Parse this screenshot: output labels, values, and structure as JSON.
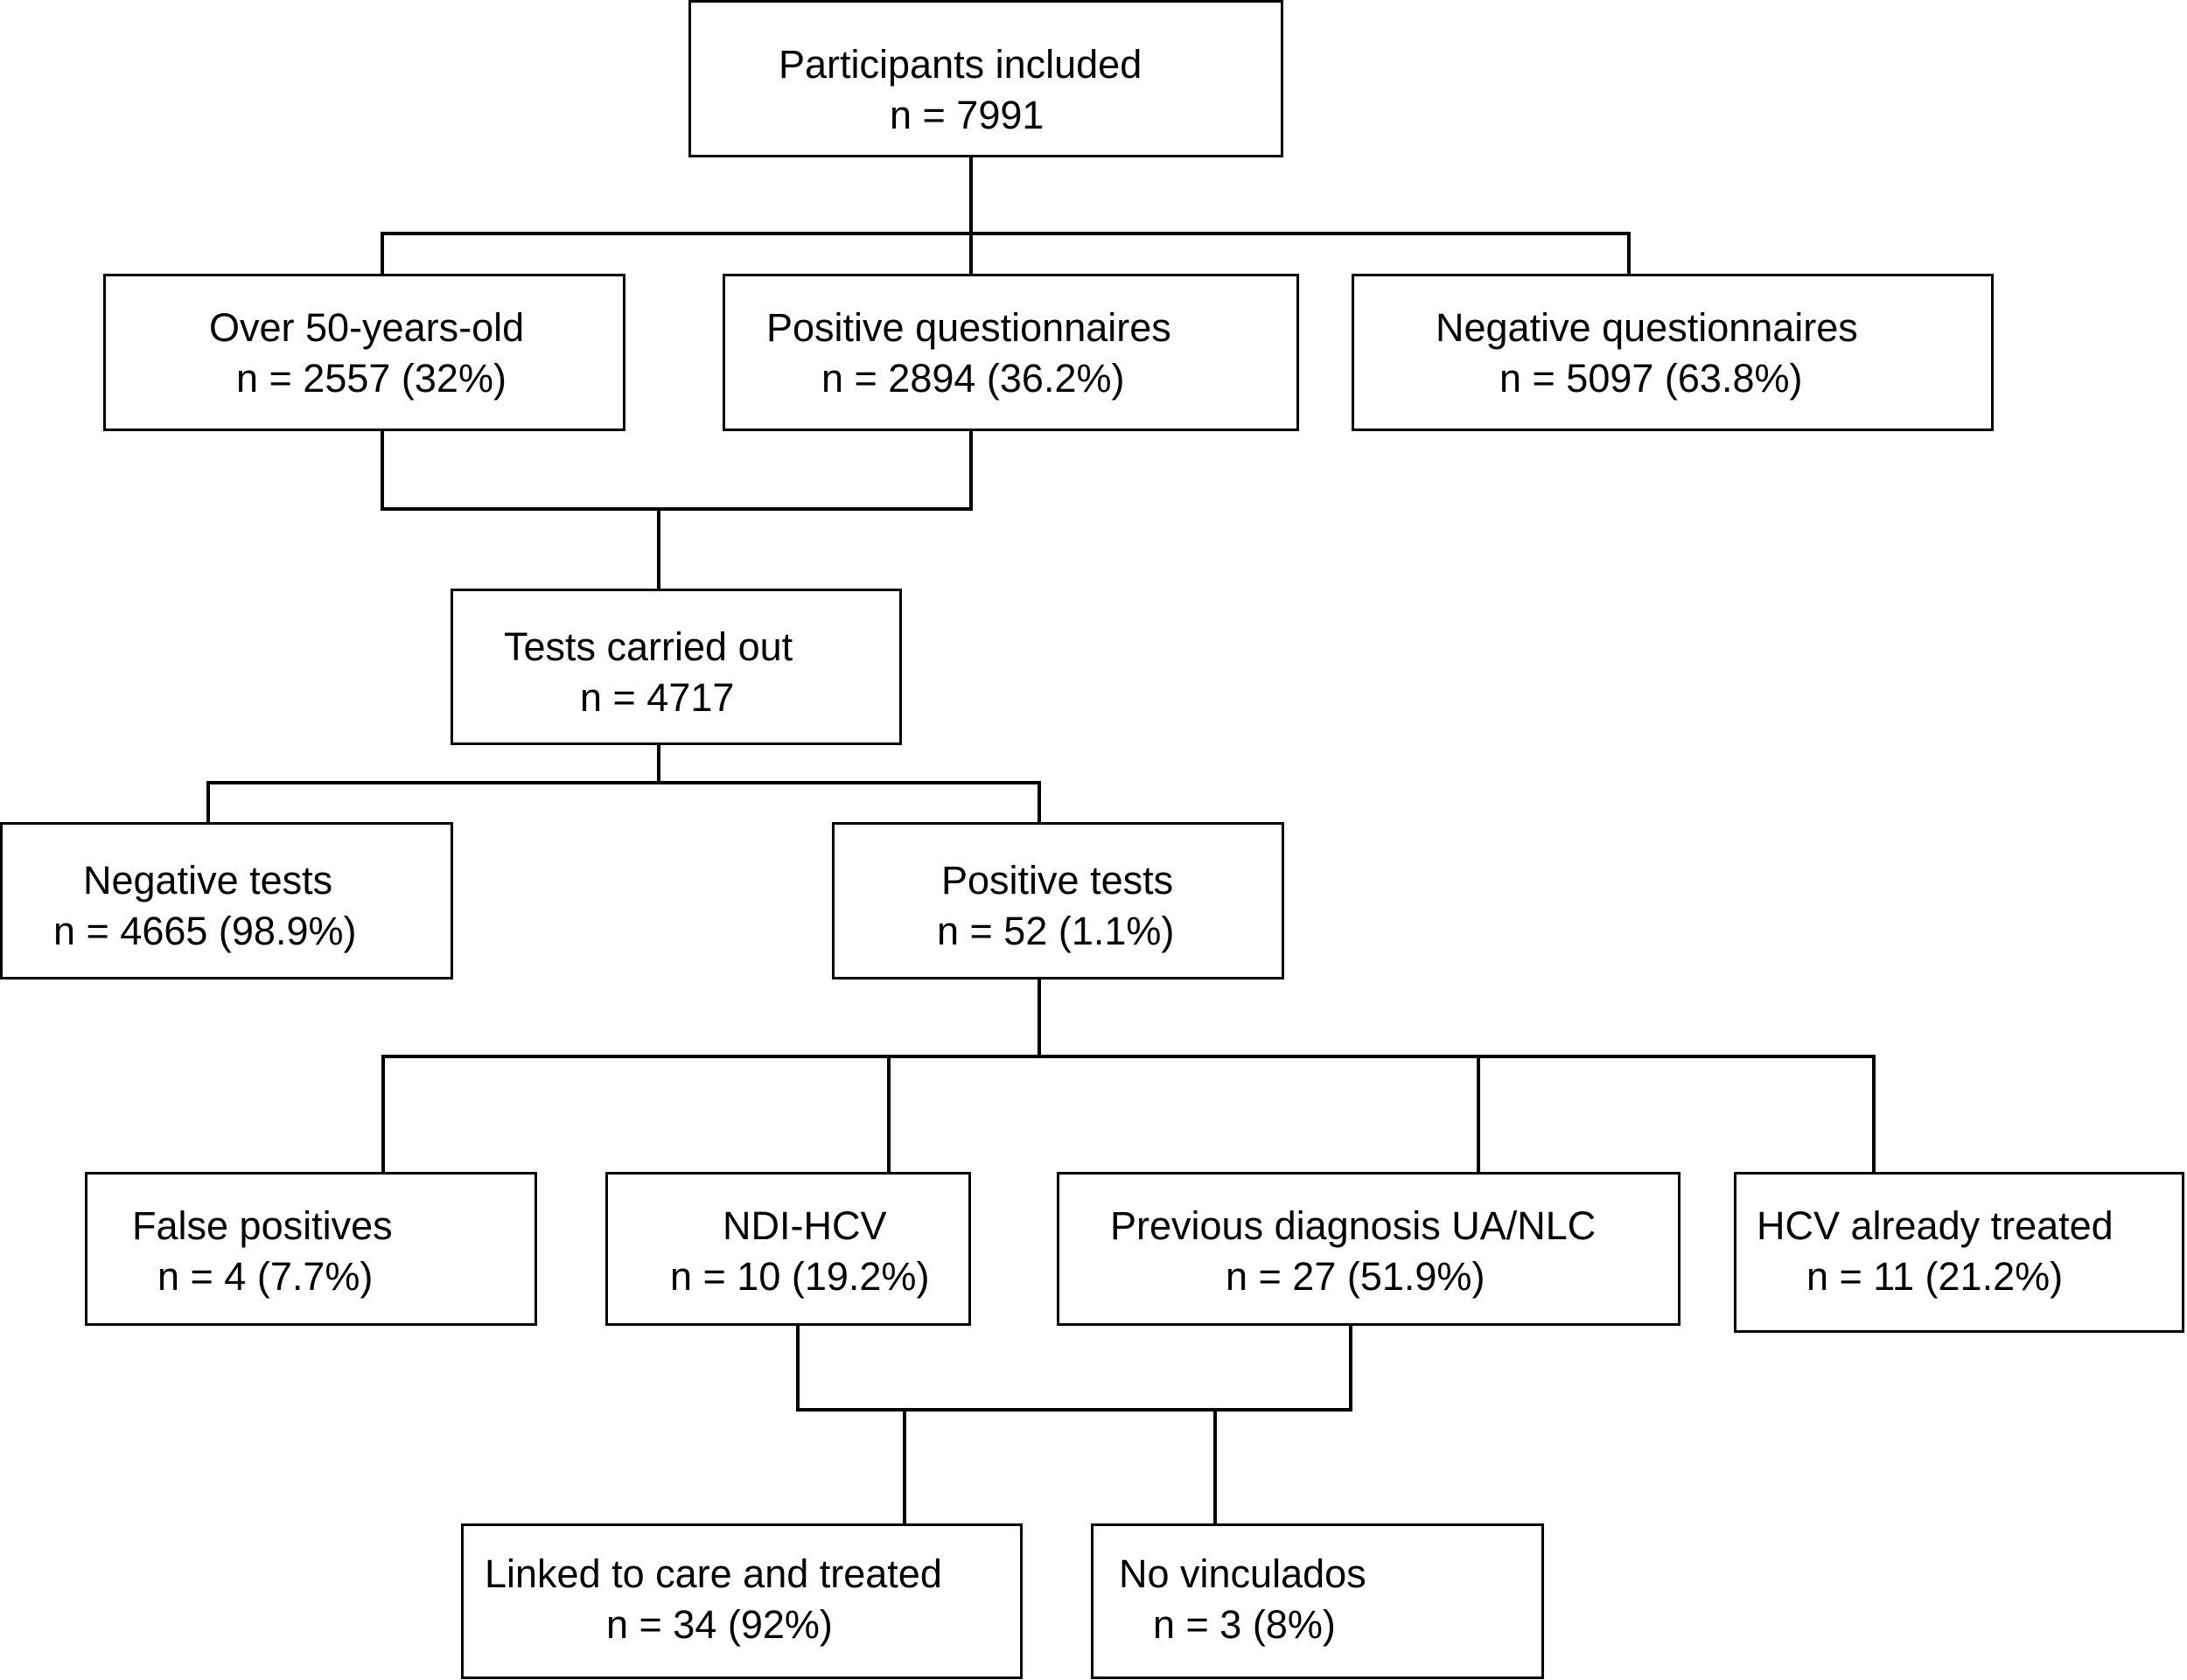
{
  "nodes": {
    "participants": {
      "label": "Participants included",
      "value": "n = 7991"
    },
    "over50": {
      "label": "Over 50-years-old",
      "value": "n = 2557 (32%)"
    },
    "pos_quest": {
      "label": "Positive questionnaires",
      "value": "n = 2894 (36.2%)"
    },
    "neg_quest": {
      "label": "Negative questionnaires",
      "value": "n = 5097 (63.8%)"
    },
    "tests": {
      "label": "Tests carried out",
      "value": "n = 4717"
    },
    "neg_tests": {
      "label": "Negative tests",
      "value": "n = 4665 (98.9%)"
    },
    "pos_tests": {
      "label": "Positive tests",
      "value": "n = 52 (1.1%)"
    },
    "false_pos": {
      "label": "False positives",
      "value": "n = 4 (7.7%)"
    },
    "ndi_hcv": {
      "label": "NDI-HCV",
      "value": "n = 10 (19.2%)"
    },
    "prev_diag": {
      "label": "Previous diagnosis UA/NLC",
      "value": "n = 27 (51.9%)"
    },
    "hcv_treated": {
      "label": "HCV already treated",
      "value": "n = 11 (21.2%)"
    },
    "linked": {
      "label": "Linked to care and treated",
      "value": "n = 34 (92%)"
    },
    "no_vinc": {
      "label": "No vinculados",
      "value": "n = 3 (8%)"
    }
  }
}
